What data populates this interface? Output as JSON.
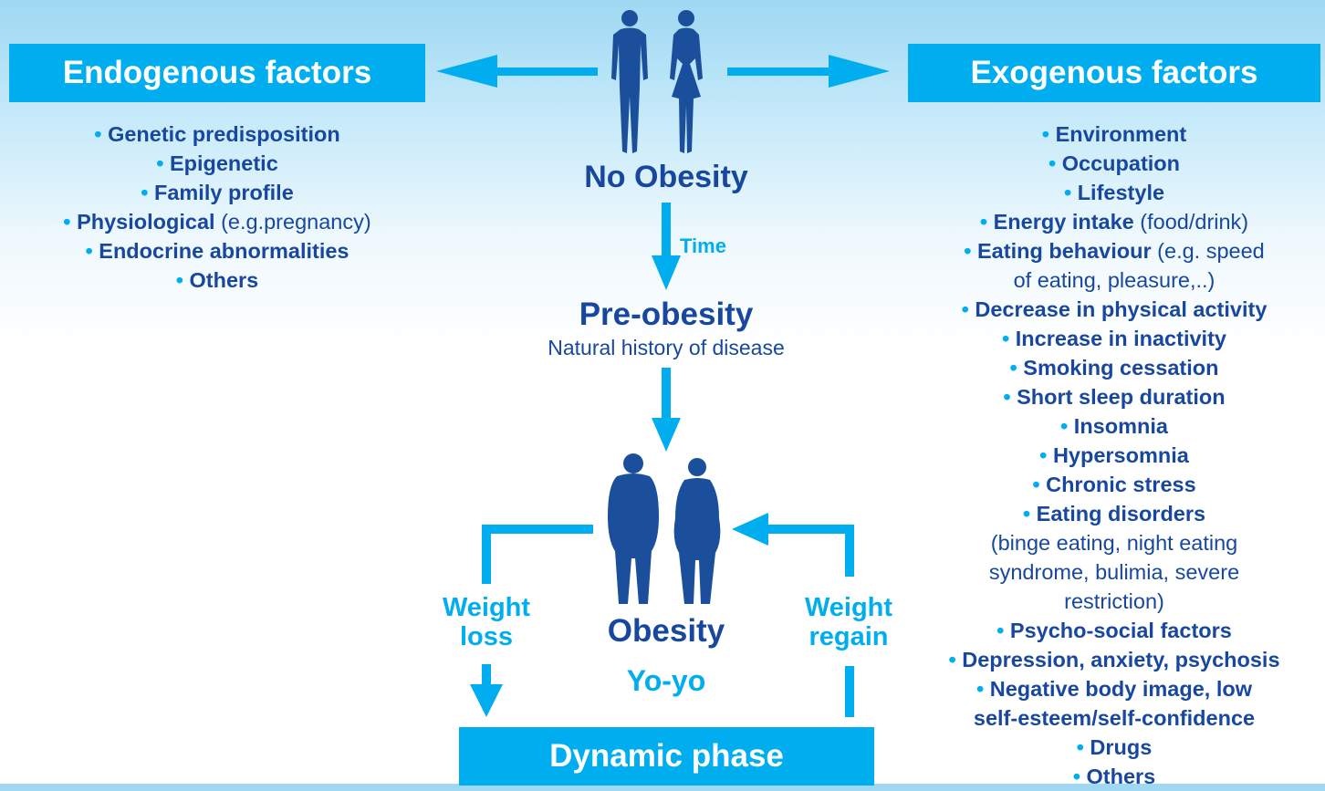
{
  "endogenous": {
    "title": "Endogenous factors",
    "items": [
      {
        "bold": "Genetic predisposition",
        "plain": ""
      },
      {
        "bold": "Epigenetic",
        "plain": ""
      },
      {
        "bold": "Family profile",
        "plain": ""
      },
      {
        "bold": "Physiological",
        "plain": " (e.g.pregnancy)"
      },
      {
        "bold": "Endocrine abnormalities",
        "plain": ""
      },
      {
        "bold": "Others",
        "plain": ""
      }
    ]
  },
  "exogenous": {
    "title": "Exogenous factors",
    "items": [
      {
        "bullet": true,
        "bold": "Environment",
        "plain": ""
      },
      {
        "bullet": true,
        "bold": "Occupation",
        "plain": ""
      },
      {
        "bullet": true,
        "bold": "Lifestyle",
        "plain": ""
      },
      {
        "bullet": true,
        "bold": "Energy intake",
        "plain": " (food/drink)"
      },
      {
        "bullet": true,
        "bold": "Eating behaviour",
        "plain": " (e.g. speed"
      },
      {
        "bullet": false,
        "bold": "",
        "plain": "of eating, pleasure,..)"
      },
      {
        "bullet": true,
        "bold": "Decrease in physical activity",
        "plain": ""
      },
      {
        "bullet": true,
        "bold": "Increase in inactivity",
        "plain": ""
      },
      {
        "bullet": true,
        "bold": "Smoking cessation",
        "plain": ""
      },
      {
        "bullet": true,
        "bold": "Short sleep duration",
        "plain": ""
      },
      {
        "bullet": true,
        "bold": "Insomnia",
        "plain": ""
      },
      {
        "bullet": true,
        "bold": "Hypersomnia",
        "plain": ""
      },
      {
        "bullet": true,
        "bold": "Chronic stress",
        "plain": ""
      },
      {
        "bullet": true,
        "bold": "Eating disorders",
        "plain": ""
      },
      {
        "bullet": false,
        "bold": "",
        "plain": "(binge eating, night eating"
      },
      {
        "bullet": false,
        "bold": "",
        "plain": "syndrome, bulimia, severe"
      },
      {
        "bullet": false,
        "bold": "",
        "plain": "restriction)"
      },
      {
        "bullet": true,
        "bold": "Psycho-social factors",
        "plain": ""
      },
      {
        "bullet": true,
        "bold": "Depression, anxiety, psychosis",
        "plain": ""
      },
      {
        "bullet": true,
        "bold": "Negative body image, low",
        "plain": ""
      },
      {
        "bullet": false,
        "bold": "self-esteem/self-confidence",
        "plain": ""
      },
      {
        "bullet": true,
        "bold": "Drugs",
        "plain": ""
      },
      {
        "bullet": true,
        "bold": "Others",
        "plain": ""
      }
    ]
  },
  "center": {
    "no_obesity": "No Obesity",
    "time": "Time",
    "pre_obesity": "Pre-obesity",
    "natural_history": "Natural history of disease",
    "obesity": "Obesity",
    "yoyo": "Yo-yo",
    "weight_loss_1": "Weight",
    "weight_loss_2": "loss",
    "weight_regain_1": "Weight",
    "weight_regain_2": "regain",
    "dynamic_phase": "Dynamic phase"
  },
  "colors": {
    "accent": "#00aeef",
    "dark_blue": "#17479e",
    "figure_blue": "#1b4f9c"
  },
  "icons": {
    "slim_figures": "slim-man-woman-icon",
    "obese_figures": "obese-man-woman-icon"
  }
}
